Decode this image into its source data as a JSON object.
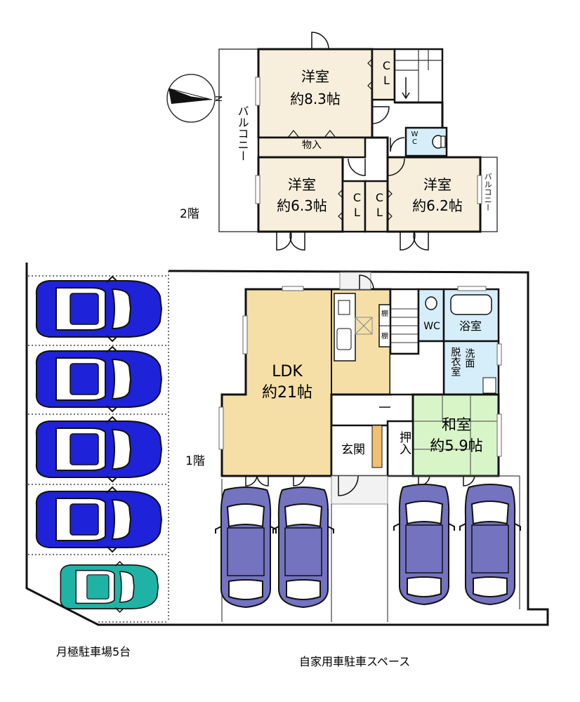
{
  "floor2": {
    "floor_label": "2階",
    "room_west_north": {
      "name": "洋室",
      "size": "約8.3帖"
    },
    "room_west_south": {
      "name": "洋室",
      "size": "約6.3帖"
    },
    "room_east": {
      "name": "洋室",
      "size": "約6.2帖"
    },
    "closet_top": "CL",
    "closet_mid_left": "CL",
    "closet_mid_right": "CL",
    "storage": "物入",
    "wc": "WC",
    "balcony_west": "バルコニー",
    "balcony_east": "バルコニー"
  },
  "floor1": {
    "floor_label": "1階",
    "ldk": {
      "name": "LDK",
      "size": "約21帖"
    },
    "washitsu": {
      "name": "和室",
      "size": "約5.9帖"
    },
    "genkan": "玄関",
    "oshiire": "押入",
    "wc": "WC",
    "bath": "浴室",
    "changing": "脱衣室",
    "washroom": "洗面",
    "shelf_1": "棚",
    "shelf_2": "棚"
  },
  "parking": {
    "monthly_label": "月極駐車場5台",
    "private_label": "自家用車駐車スペース"
  },
  "compass": {
    "north": "N"
  },
  "colors": {
    "room_beige": "#f7eedc",
    "ldk": "#f5dfa6",
    "washitsu": "#d8f5c8",
    "wet_area": "#d6eef9",
    "car_blue": "#1e22d8",
    "car_purple": "#7373c0",
    "car_teal": "#1fb3a6"
  }
}
